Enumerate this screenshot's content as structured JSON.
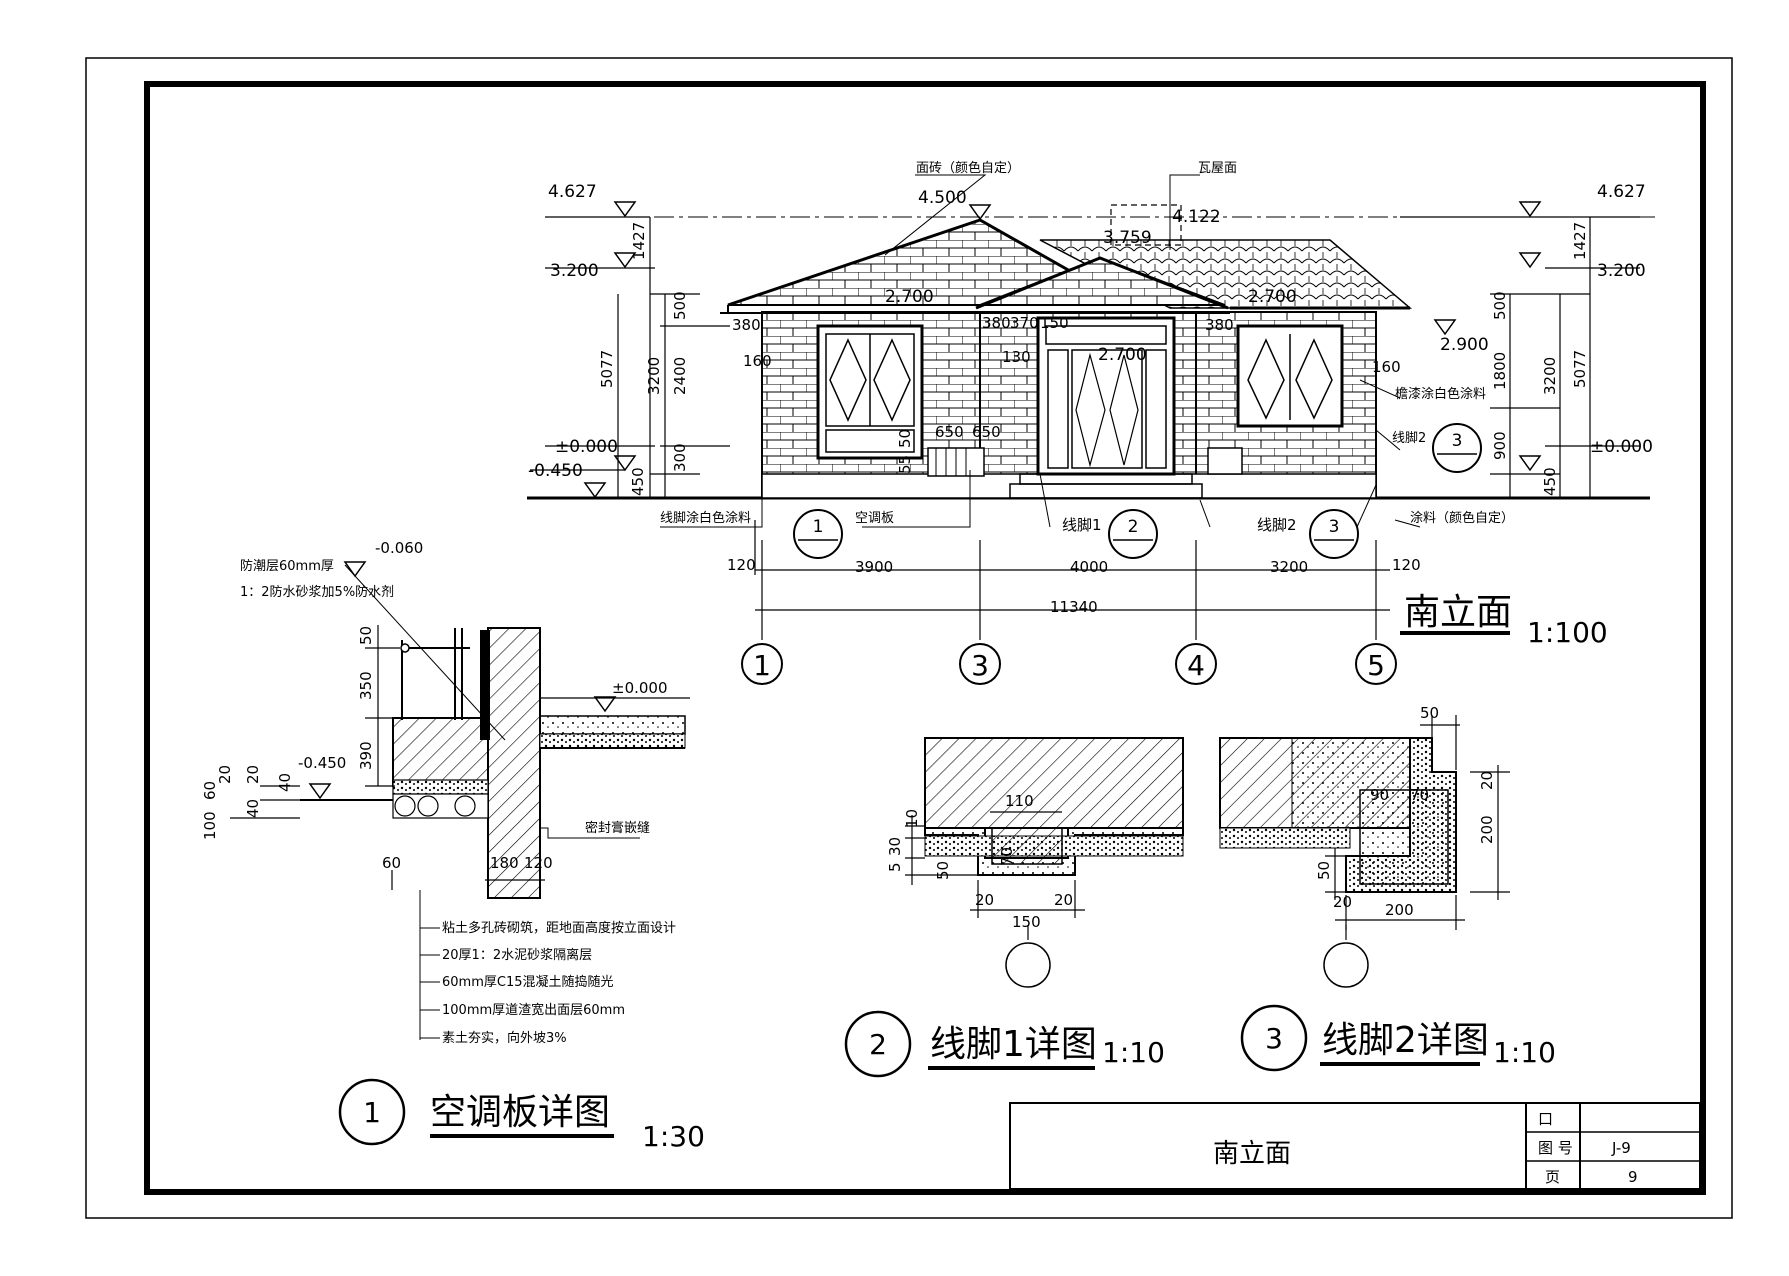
{
  "elevation": {
    "title": "南立面",
    "scale": "1:100",
    "levels": {
      "roof_left": "4.627",
      "roof_right": "4.627",
      "ridge": "4.500",
      "ridge_right": "4.122",
      "ridge_mid": "3.759",
      "eave_left": "3.200",
      "eave_right": "3.200",
      "window_left": "2.700",
      "window_right": "2.700",
      "door": "2.700",
      "right_eave": "2.900",
      "ground_left": "±0.000",
      "ground_right": "±0.000",
      "outside": "-0.450"
    },
    "dims": {
      "left_stack": [
        "1427",
        "500",
        "3200",
        "2400",
        "5077",
        "300",
        "450"
      ],
      "right_stack": [
        "1427",
        "500",
        "1800",
        "3200",
        "5077",
        "900",
        "450"
      ],
      "bays": [
        "3900",
        "4000",
        "3200"
      ],
      "overhang_left": "120",
      "overhang_right": "120",
      "total": "11340",
      "local": [
        "380",
        "160",
        "380",
        "370",
        "150",
        "130",
        "380",
        "160",
        "650",
        "650",
        "50",
        "55"
      ]
    },
    "axes": [
      "1",
      "3",
      "4",
      "5"
    ],
    "labels": {
      "brick": "面砖（颜色自定）",
      "roof_tile": "瓦屋面",
      "plinth_paint": "线脚涂白色涂料",
      "ac_board": "空调板",
      "plinth1": "线脚1",
      "plinth2": "线脚2",
      "paint": "涂料（颜色自定）",
      "eave_paint": "檐漆涂白色涂料",
      "plinth2_side": "线脚2"
    },
    "detail_refs": [
      "1",
      "2",
      "3"
    ]
  },
  "ac_detail": {
    "num": "1",
    "title": "空调板详图",
    "scale": "1:30",
    "notes_top": [
      "防潮层60mm厚",
      "1：2防水砂浆加5%防水剂"
    ],
    "levels": {
      "top": "-0.060",
      "ground": "±0.000",
      "outside": "-0.450"
    },
    "dims_vertical": [
      "50",
      "350",
      "390"
    ],
    "dims_small": [
      "60",
      "20",
      "20",
      "40",
      "100",
      "40"
    ],
    "dims_bottom": [
      "60",
      "180",
      "120"
    ],
    "seal_label": "密封膏嵌缝",
    "layers": [
      "粘土多孔砖砌筑，距地面高度按立面设计",
      "20厚1：2水泥砂浆隔离层",
      "60mm厚C15混凝土随捣随光",
      "100mm厚道渣宽出面层60mm",
      "素土夯实，向外坡3%"
    ]
  },
  "plinth1_detail": {
    "num": "2",
    "title": "线脚1详图",
    "scale": "1:10",
    "dims": [
      "110",
      "10",
      "30",
      "5",
      "70",
      "50",
      "20",
      "150",
      "20"
    ]
  },
  "plinth2_detail": {
    "num": "3",
    "title": "线脚2详图",
    "scale": "1:10",
    "dims": [
      "50",
      "90",
      "70",
      "20",
      "200",
      "50",
      "20",
      "200"
    ]
  },
  "title_block": {
    "drawing_name": "南立面",
    "row1_label": "口",
    "row2_label": "图 号",
    "row2_value": "J-9",
    "row3_label": "页",
    "row3_value": "9"
  }
}
